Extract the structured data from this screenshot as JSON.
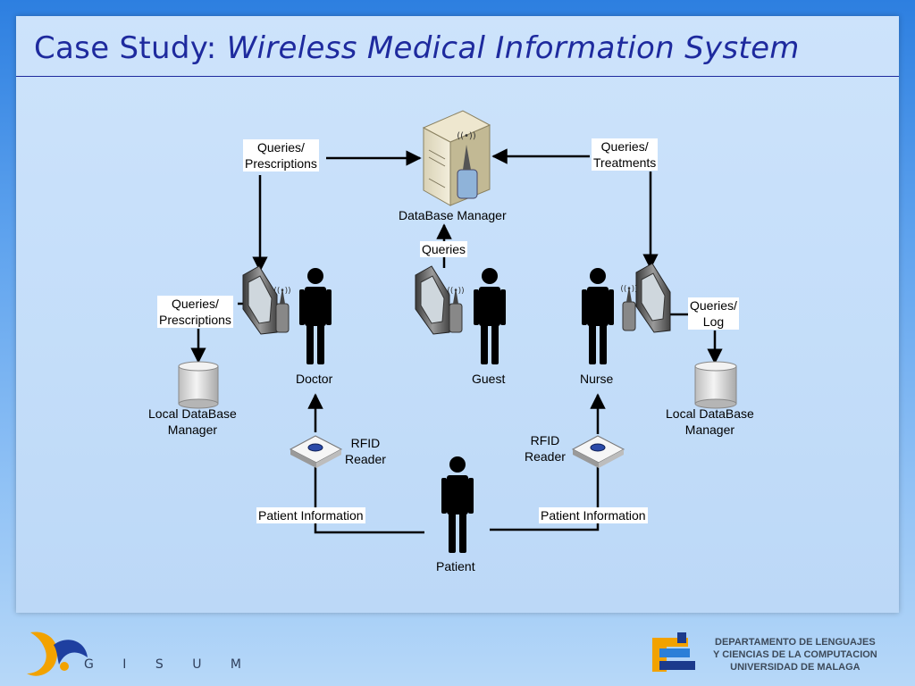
{
  "slide": {
    "title_prefix": "Case Study: ",
    "title_italic": "Wireless Medical Information System"
  },
  "diagram": {
    "server_label": "DataBase Manager",
    "queries_label": "Queries",
    "left_top_label_1": "Queries/",
    "left_top_label_2": "Prescriptions",
    "right_top_label_1": "Queries/",
    "right_top_label_2": "Treatments",
    "left_side_label_1": "Queries/",
    "left_side_label_2": "Prescriptions",
    "right_side_label_1": "Queries/",
    "right_side_label_2": "Log",
    "doctor_label": "Doctor",
    "guest_label": "Guest",
    "nurse_label": "Nurse",
    "patient_label": "Patient",
    "local_db_left_1": "Local DataBase",
    "local_db_left_2": "Manager",
    "local_db_right_1": "Local DataBase",
    "local_db_right_2": "Manager",
    "rfid_left_1": "RFID",
    "rfid_left_2": "Reader",
    "rfid_right_1": "RFID",
    "rfid_right_2": "Reader",
    "patient_info_left": "Patient Information",
    "patient_info_right": "Patient Information"
  },
  "footer": {
    "logo_text": "G I S U M",
    "dept_line1": "DEPARTAMENTO DE LENGUAJES",
    "dept_line2": "Y CIENCIAS DE LA COMPUTACION",
    "dept_line3": "UNIVERSIDAD DE MALAGA"
  },
  "colors": {
    "title": "#1e2a9e",
    "panel": "#c7e0fa",
    "arrow": "#000000"
  }
}
